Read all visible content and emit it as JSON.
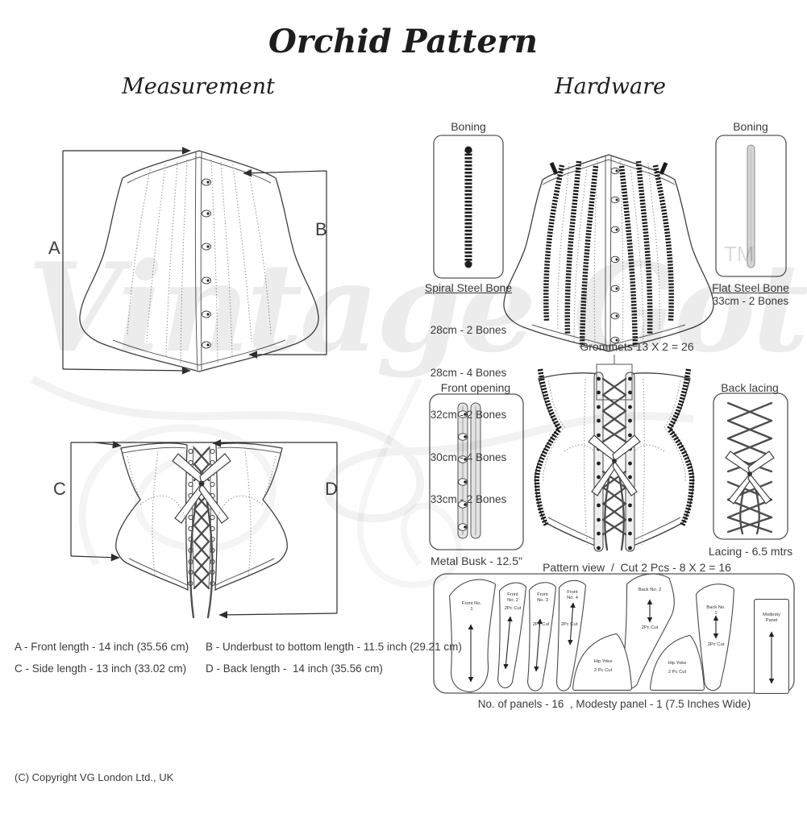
{
  "title": "Orchid Pattern",
  "watermark": {
    "text": "Vintage Goth",
    "tm": "TM"
  },
  "measurement": {
    "heading": "Measurement",
    "front_view": {
      "label_a": "A",
      "label_b": "B"
    },
    "back_view": {
      "label_c": "C",
      "label_d": "D"
    },
    "legend": {
      "a": "A - Front length - 14 inch (35.56 cm)",
      "b": "B - Underbust to bottom length - 11.5 inch (29.21 cm)",
      "c": "C - Side length - 13 inch (33.02 cm)",
      "d": "D - Back length -  14 inch (35.56 cm)"
    }
  },
  "hardware": {
    "heading": "Hardware",
    "spiral_bone": {
      "box_label": "Boning",
      "name": "Spiral Steel Bone",
      "sizes": [
        "28cm - 2 Bones",
        "28cm - 4 Bones",
        "32cm - 2 Bones",
        "30cm - 4 Bones",
        "33cm - 2 Bones"
      ]
    },
    "flat_bone": {
      "box_label": "Boning",
      "name": "Flat Steel Bone",
      "size": "33cm - 2 Bones"
    },
    "grommets_note": "Grommets 13 X 2 = 26",
    "front_opening": {
      "box_label": "Front opening",
      "caption": "Metal Busk - 12.5\""
    },
    "back_lacing": {
      "box_label": "Back lacing",
      "caption": "Lacing - 6.5 mtrs"
    },
    "pattern": {
      "heading": "Pattern view  /  Cut 2 Pcs - 8 X 2 = 16",
      "pieces": [
        {
          "name": "Front No. 1",
          "cut": ""
        },
        {
          "name": "Front No. 2",
          "cut": "2Pc Cut"
        },
        {
          "name": "Front No. 3",
          "cut": "2Pc Cut"
        },
        {
          "name": "Front No. 4",
          "cut": "2Pc Cut"
        },
        {
          "name": "Back No. 2",
          "cut": "2Pc Cut"
        },
        {
          "name": "Hip Yoke",
          "cut": "2 Pc Cut"
        },
        {
          "name": "Hip Yoke",
          "cut": "2 Pc Cut"
        },
        {
          "name": "Back No. 1",
          "cut": "2Pc Cut"
        },
        {
          "name": "Modesty Panel",
          "cut": ""
        }
      ],
      "footer": "No. of panels - 16  , Modesty panel - 1 (7.5 Inches Wide)"
    }
  },
  "copyright": "(C) Copyright VG London Ltd., UK"
}
